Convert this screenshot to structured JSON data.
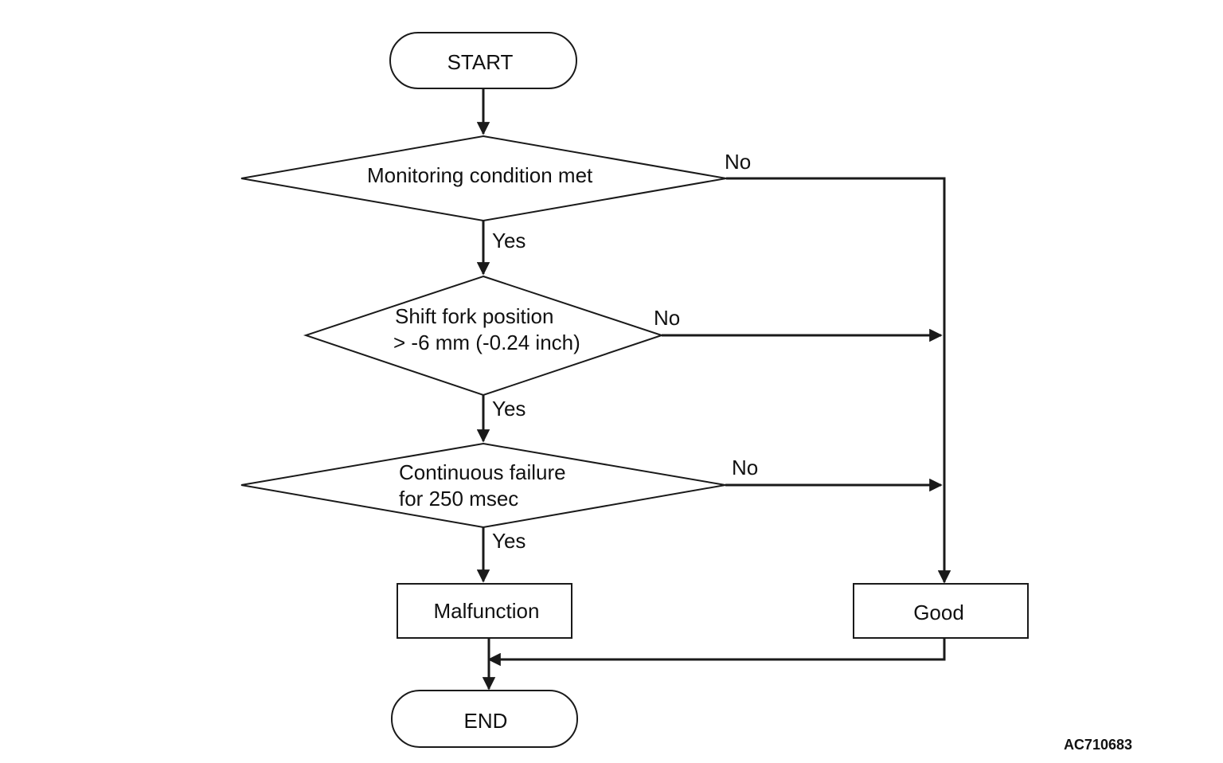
{
  "nodes": {
    "start": "START",
    "decision_1": "Monitoring condition met",
    "decision_2": [
      "Shift fork position",
      "> -6 mm (-0.24 inch)"
    ],
    "decision_3": [
      "Continuous failure",
      "for 250 msec"
    ],
    "malfunction": "Malfunction",
    "good": "Good",
    "end": "END"
  },
  "edges": {
    "d1_no": "No",
    "d1_yes": "Yes",
    "d2_no": "No",
    "d2_yes": "Yes",
    "d3_no": "No",
    "d3_yes": "Yes"
  },
  "figure_code": "AC710683"
}
